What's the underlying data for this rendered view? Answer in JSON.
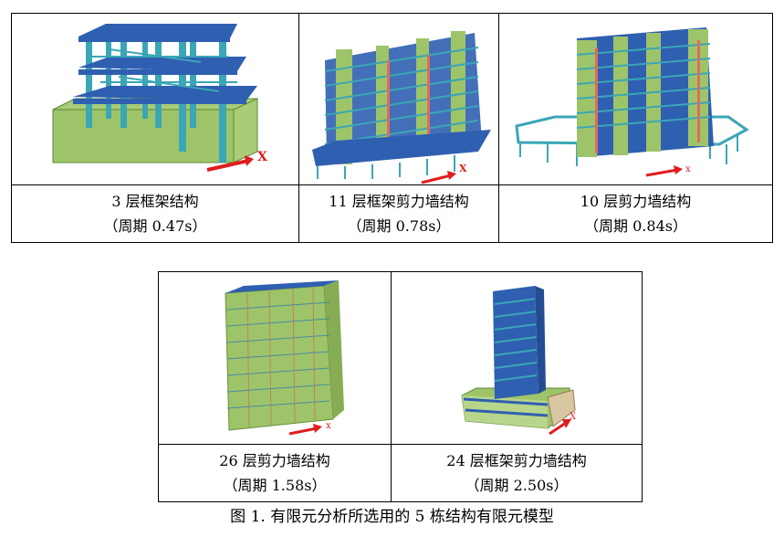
{
  "models": [
    {
      "name": "3 层框架结构",
      "period": "（周期 0.47s）",
      "axis": "X"
    },
    {
      "name": "11 层框架剪力墙结构",
      "period": "（周期 0.78s）",
      "axis": "X"
    },
    {
      "name": "10 层剪力墙结构",
      "period": "（周期 0.84s）",
      "axis": "x"
    },
    {
      "name": "26 层剪力墙结构",
      "period": "（周期 1.58s）",
      "axis": "x"
    },
    {
      "name": "24 层框架剪力墙结构",
      "period": "（周期 2.50s）",
      "axis": "X"
    }
  ],
  "caption": "图 1. 有限元分析所选用的 5 栋结构有限元模型",
  "colors": {
    "beam": "#2f5fb0",
    "column": "#3aa6b6",
    "wall": "#9ec46a",
    "arrow": "#e01c1c"
  }
}
